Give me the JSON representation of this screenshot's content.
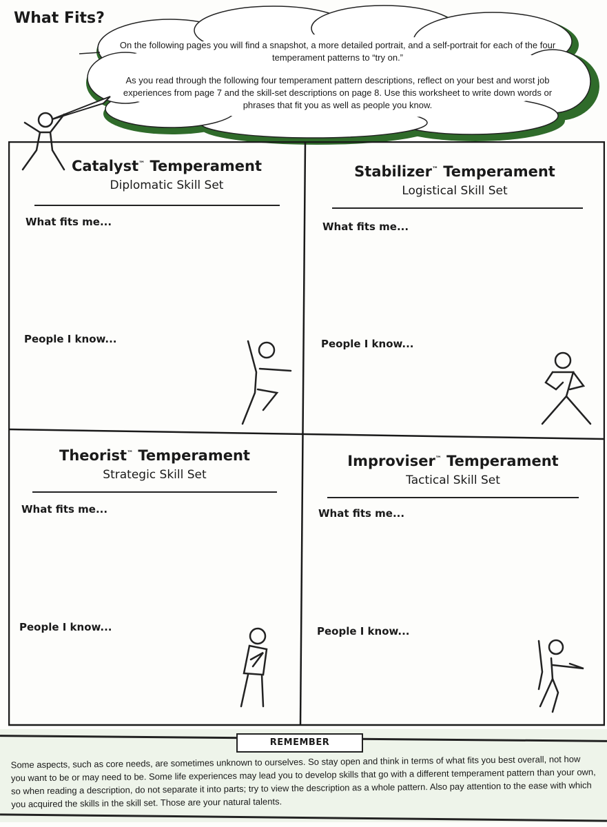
{
  "page_title": "What Fits?",
  "intro": {
    "paragraph1": "On the following pages you will find a snapshot, a more detailed portrait, and a self-portrait for each of the four temperament patterns to “try on.”",
    "paragraph2": "As you read through the following four temperament pattern descriptions, reflect on your best and worst job experiences from page 7 and the skill-set descriptions on page 8. Use this worksheet to write down words or phrases that fit you as well as people you know."
  },
  "quadrants": [
    {
      "name": "Catalyst",
      "tm": "™",
      "suffix": " Temperament",
      "skill_set": "Diplomatic Skill Set",
      "fits_label": "What fits me...",
      "people_label": "People I know..."
    },
    {
      "name": "Stabilizer",
      "tm": "™",
      "suffix": " Temperament",
      "skill_set": "Logistical Skill Set",
      "fits_label": "What fits me...",
      "people_label": "People I know..."
    },
    {
      "name": "Theorist",
      "tm": "™",
      "suffix": " Temperament",
      "skill_set": "Strategic Skill Set",
      "fits_label": "What fits me...",
      "people_label": "People I know..."
    },
    {
      "name": "Improviser",
      "tm": "™",
      "suffix": " Temperament",
      "skill_set": "Tactical Skill Set",
      "fits_label": "What fits me...",
      "people_label": "People I know..."
    }
  ],
  "remember": {
    "title": "REMEMBER",
    "text": "Some aspects, such as core needs, are sometimes unknown to ourselves. So stay open and think in terms of what fits you best overall, not how you want to be or may need to be. Some life experiences may lead you to develop skills that go with a different temperament pattern than your own, so when reading a description, do not separate it into parts; try to view the description as a whole pattern. Also pay attention to the ease with which you acquired the skills in the skill set. Those are your natural talents."
  },
  "colors": {
    "cloud_edge": "#2f6b2a",
    "remember_bg": "#eef4ea"
  }
}
